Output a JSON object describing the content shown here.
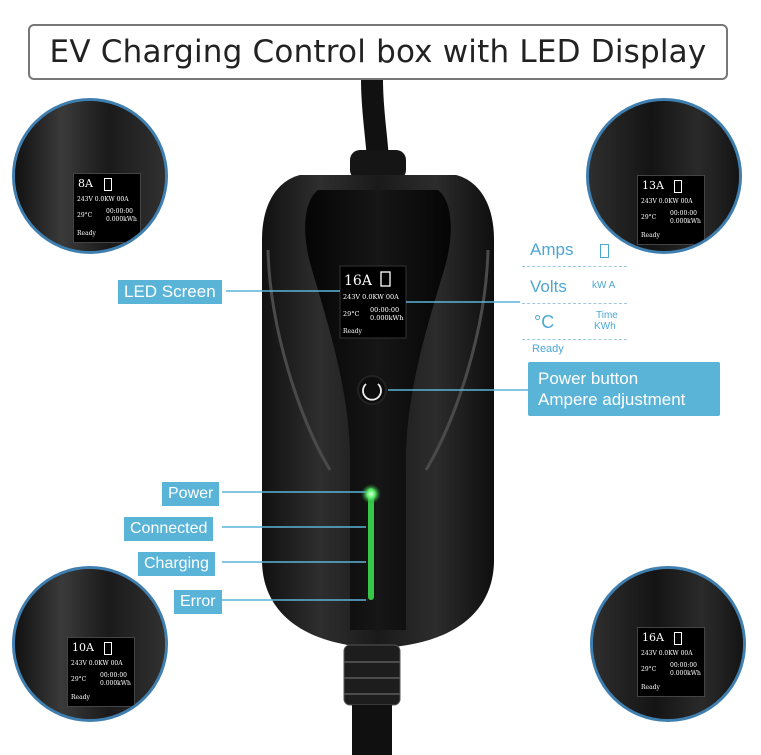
{
  "title": "EV Charging Control box with LED Display",
  "main_screen": {
    "amps": "16A",
    "line2": "243V 0.0KW 00A",
    "temp": "29°C",
    "time": "00:00:00",
    "energy": "0.000kWh",
    "status": "Ready"
  },
  "callouts": {
    "led_screen": "LED Screen",
    "power_button_line1": "Power button",
    "power_button_line2": "Ampere adjustment",
    "power": "Power",
    "connected": "Connected",
    "charging": "Charging",
    "error": "Error"
  },
  "legend": {
    "amps": "Amps",
    "volts": "Volts",
    "kwa": "kW A",
    "celsius": "°C",
    "time": "Time",
    "kwh": "KWh",
    "ready": "Ready"
  },
  "insets": [
    {
      "amps": "8A",
      "line2": "243V 0.0KW 00A",
      "temp": "29°C",
      "time": "00:00:00",
      "energy": "0.000kWh",
      "status": "Ready"
    },
    {
      "amps": "13A",
      "line2": "243V 0.0KW 00A",
      "temp": "29°C",
      "time": "00:00:00",
      "energy": "0.000kWh",
      "status": "Ready"
    },
    {
      "amps": "10A",
      "line2": "243V 0.0KW 00A",
      "temp": "29°C",
      "time": "00:00:00",
      "energy": "0.000kWh",
      "status": "Ready"
    },
    {
      "amps": "16A",
      "line2": "243V 0.0KW 00A",
      "temp": "29°C",
      "time": "00:00:00",
      "energy": "0.000kWh",
      "status": "Ready"
    }
  ],
  "colors": {
    "accent": "#5ab4d8",
    "led_green": "#3cdc52",
    "body": "#1c1c1c",
    "inset_border": "#3f7fb0"
  }
}
